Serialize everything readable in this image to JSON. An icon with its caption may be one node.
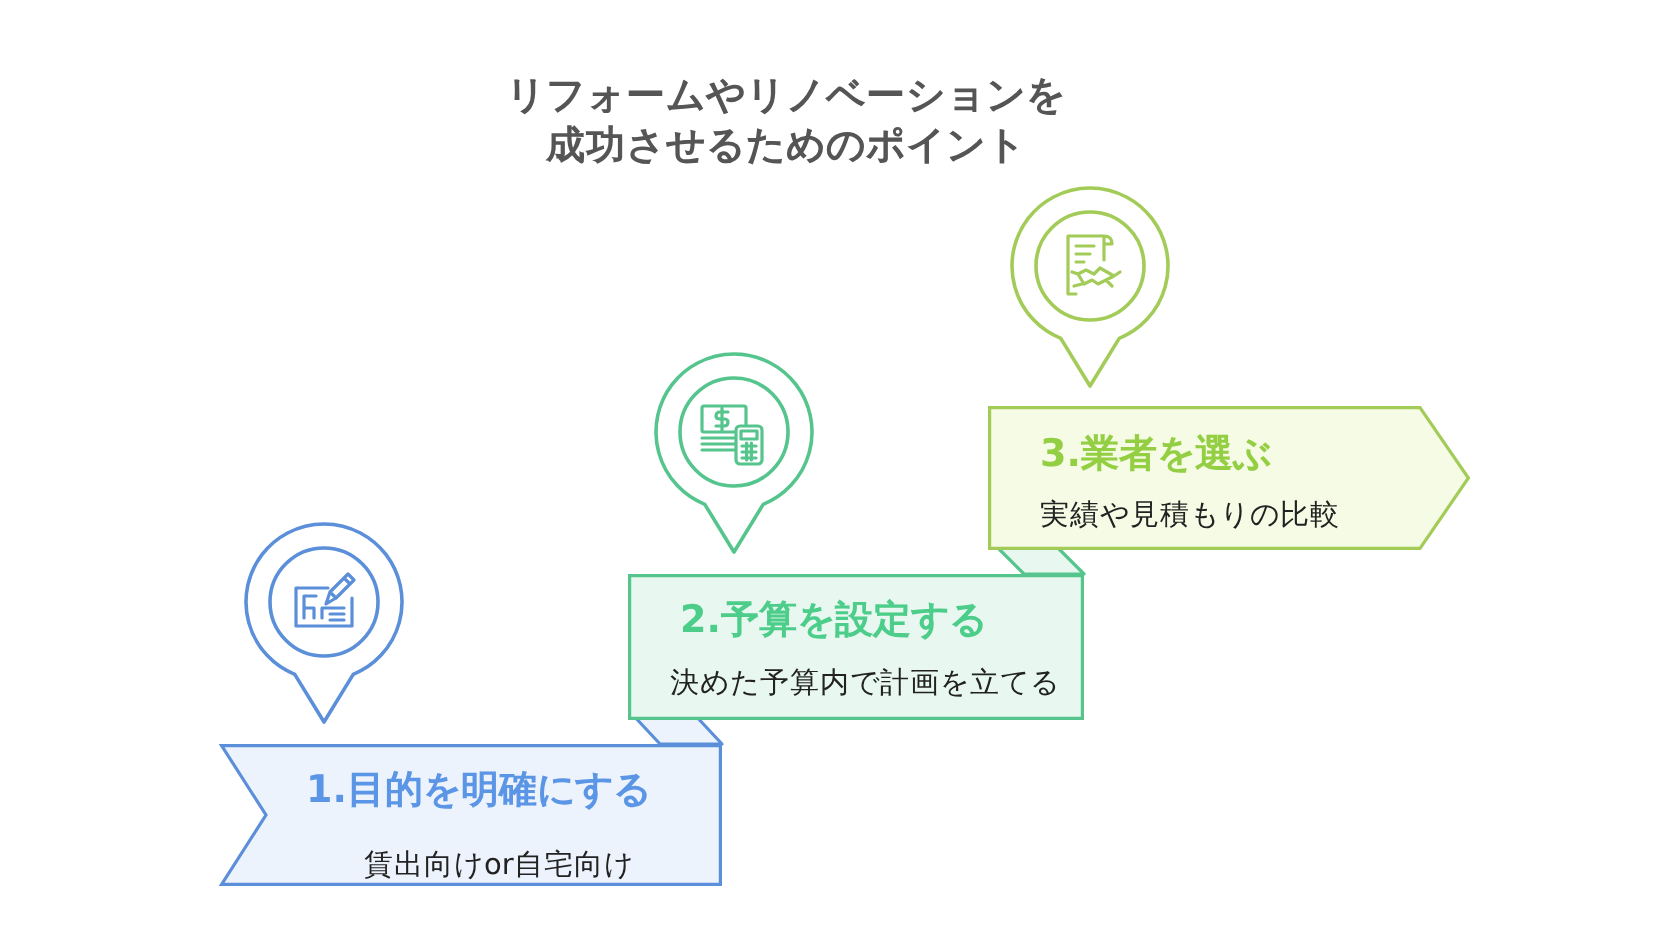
{
  "diagram": {
    "title": "リフォームやリノベーションを成功させるためのポイント",
    "nodes": [
      {
        "text": [
          "1.目的を明確にする",
          "賃出向けor自宅向け"
        ]
      },
      {
        "text": [
          "2.予算を設定する",
          "決めた予算内で計画を立てる"
        ]
      },
      {
        "text": [
          "3.業者を選ぶ",
          "実績や見積もりの比較"
        ]
      }
    ]
  }
}
